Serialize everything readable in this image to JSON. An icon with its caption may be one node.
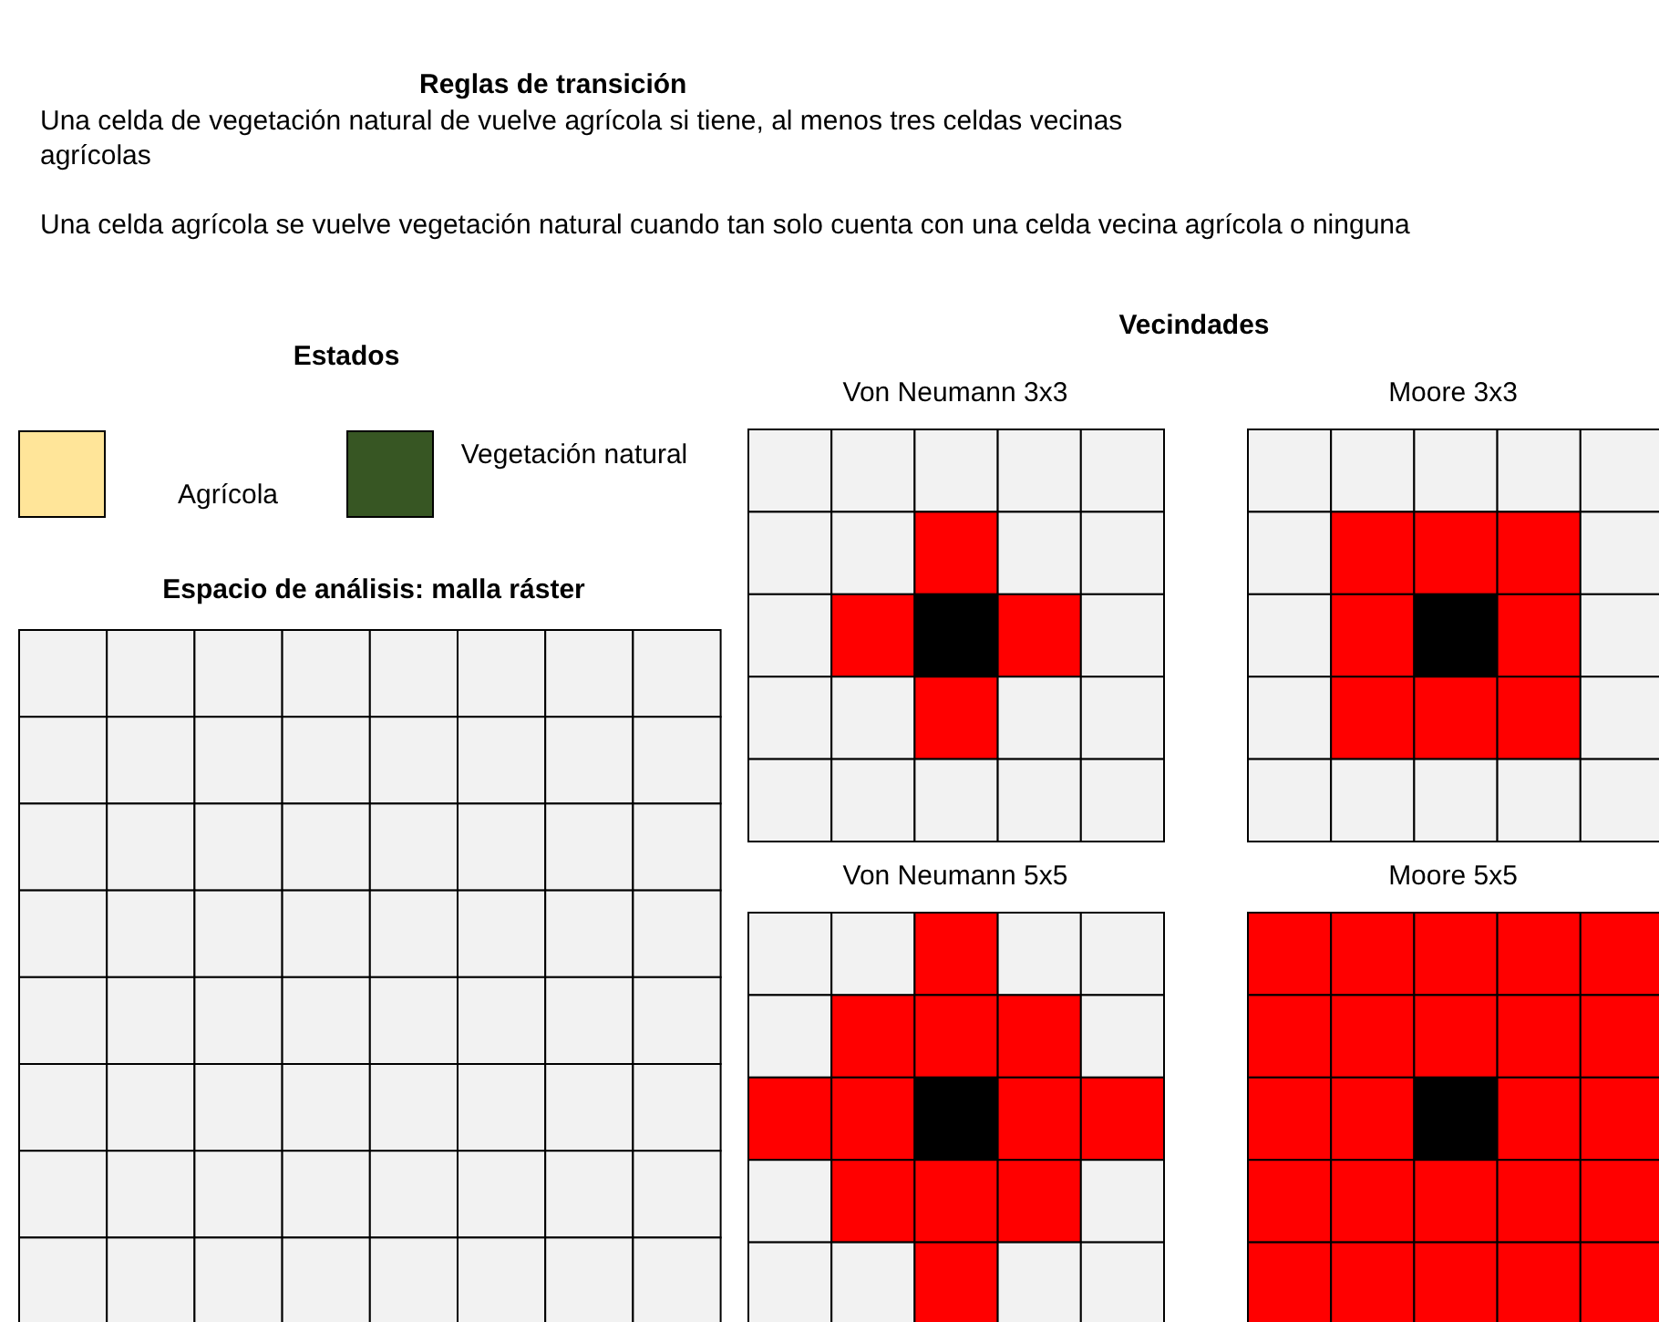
{
  "diagram": {
    "title": "Reglas de transición",
    "labels": [
      "Una celda de vegetación natural de vuelve agrícola si tiene, al menos tres celdas vecinas agrícolas",
      "Una celda agrícola se vuelve vegetación natural cuando tan solo cuenta con una celda vecina agrícola o ninguna",
      "Estados",
      "Vecindades",
      "Von Neumann 3x3",
      "Moore 3x3",
      "Espacio de análisis: malla ráster",
      "Von Neumann 5x5",
      "Moore 5x5"
    ],
    "legend": [
      {
        "text": "Agrícola",
        "color": "#ffe599"
      },
      {
        "text": "Vegetación natural",
        "color": "#375623"
      }
    ]
  }
}
